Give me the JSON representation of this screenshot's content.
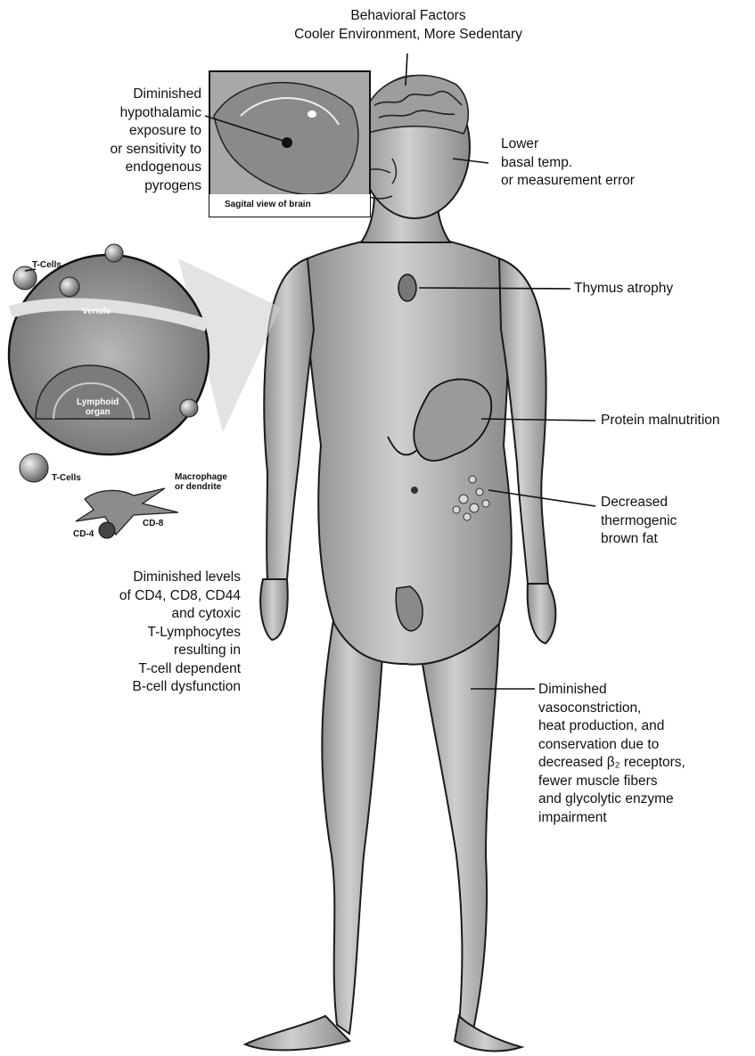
{
  "header": {
    "title": "Behavioral Factors",
    "subtitle": "Cooler Environment, More Sedentary"
  },
  "labels": {
    "hypothalamic": [
      "Diminished",
      "hypothalamic",
      "exposure to",
      "or sensitivity to",
      "endogenous",
      "pyrogens"
    ],
    "basal_temp": [
      "Lower",
      "basal temp.",
      "or measurement error"
    ],
    "thymus": "Thymus atrophy",
    "protein": "Protein malnutrition",
    "brown_fat": [
      "Decreased",
      "thermogenic",
      "brown fat"
    ],
    "t_cell_levels": [
      "Diminished levels",
      "of CD4, CD8, CD44",
      "and cytoxic",
      "T-Lymphocytes",
      "resulting in",
      "T-cell dependent",
      "B-cell dysfunction"
    ],
    "vasoconstriction": [
      "Diminished",
      "vasoconstriction,",
      "heat production, and",
      "conservation due to",
      "decreased β₂ receptors,",
      "fewer muscle fibers",
      "and glycolytic enzyme",
      "impairment"
    ]
  },
  "inset_labels": {
    "brain_caption": "Sagital view of brain",
    "t_cells_top": "T-Cells",
    "venule": "Venule",
    "lymphoid_organ": [
      "Lymphoid",
      "organ"
    ],
    "t_cells_bottom": "T-Cells",
    "macrophage": [
      "Macrophage",
      "or dendrite"
    ],
    "cd8": "CD-8",
    "cd4": "CD-4"
  },
  "colors": {
    "ink": "#111111",
    "body_fill": "#bdbdbd",
    "inset_fill": "#9a9a9a",
    "background": "#ffffff"
  }
}
